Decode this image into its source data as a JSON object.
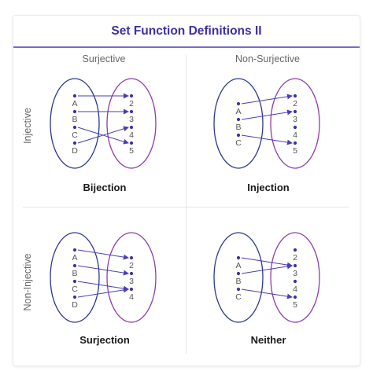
{
  "title": "Set Function Definitions II",
  "columns": [
    "Surjective",
    "Non-Surjective"
  ],
  "rows": [
    "Injective",
    "Non-Injective"
  ],
  "colors": {
    "title": "#3d2fa2",
    "domain_set": "#2b3890",
    "codomain_set": "#8e3bab",
    "arrow": "#4a3fb0",
    "dot": "#3b349f"
  },
  "quadrants": [
    {
      "label": "Bijection",
      "domain": [
        "A",
        "B",
        "C",
        "D"
      ],
      "codomain": [
        "2",
        "3",
        "4",
        "5"
      ],
      "mapping": [
        [
          "A",
          "2"
        ],
        [
          "B",
          "3"
        ],
        [
          "C",
          "5"
        ],
        [
          "D",
          "4"
        ]
      ]
    },
    {
      "label": "Injection",
      "domain": [
        "A",
        "B",
        "C"
      ],
      "codomain": [
        "2",
        "3",
        "4",
        "5"
      ],
      "mapping": [
        [
          "A",
          "2"
        ],
        [
          "B",
          "3"
        ],
        [
          "C",
          "5"
        ]
      ]
    },
    {
      "label": "Surjection",
      "domain": [
        "A",
        "B",
        "C",
        "D"
      ],
      "codomain": [
        "2",
        "3",
        "4"
      ],
      "mapping": [
        [
          "A",
          "2"
        ],
        [
          "B",
          "3"
        ],
        [
          "C",
          "4"
        ],
        [
          "D",
          "4"
        ]
      ]
    },
    {
      "label": "Neither",
      "domain": [
        "A",
        "B",
        "C"
      ],
      "codomain": [
        "2",
        "3",
        "4",
        "5"
      ],
      "mapping": [
        [
          "A",
          "3"
        ],
        [
          "B",
          "3"
        ],
        [
          "C",
          "5"
        ]
      ]
    }
  ]
}
